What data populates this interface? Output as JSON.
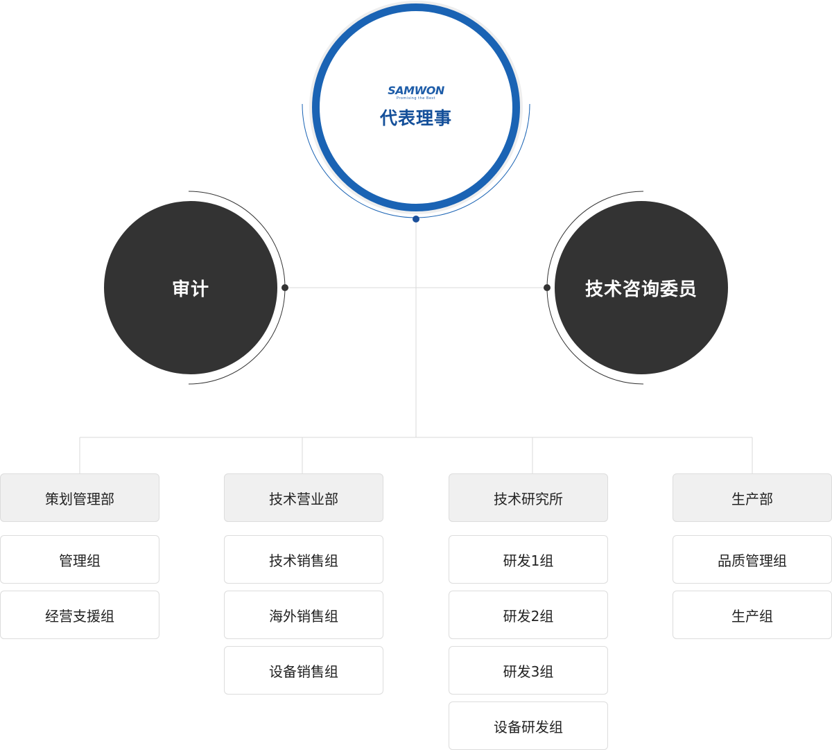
{
  "ceo": {
    "logo_text": "SAMWON",
    "logo_tagline": "Promising the Best",
    "title": "代表理事"
  },
  "audit": {
    "label": "审计"
  },
  "advisory": {
    "label": "技术咨询委员"
  },
  "departments": [
    {
      "name": "策划管理部",
      "teams": [
        "管理组",
        "经营支援组"
      ]
    },
    {
      "name": "技术营业部",
      "teams": [
        "技术销售组",
        "海外销售组",
        "设备销售组"
      ]
    },
    {
      "name": "技术研究所",
      "teams": [
        "研发1组",
        "研发2组",
        "研发3组",
        "设备研发组"
      ]
    },
    {
      "name": "生产部",
      "teams": [
        "品质管理组",
        "生产组"
      ]
    }
  ],
  "colors": {
    "ceo_ring": "#1a63b4",
    "ceo_text": "#15509a",
    "dark_circle": "#333333",
    "dept_bg": "#f0f0f0",
    "line": "#d9d9d9"
  }
}
